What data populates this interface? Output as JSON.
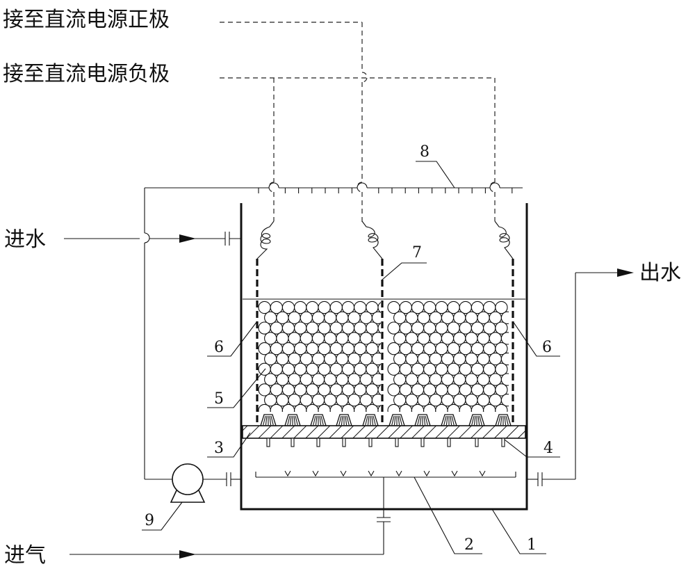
{
  "labels": {
    "dc_positive": "接至直流电源正极",
    "dc_negative": "接至直流电源负极",
    "water_inlet": "进水",
    "water_outlet": "出水",
    "air_inlet": "进气"
  },
  "callouts": {
    "n1": "1",
    "n2": "2",
    "n3": "3",
    "n4": "4",
    "n5": "5",
    "n6_left": "6",
    "n6_right": "6",
    "n7": "7",
    "n8": "8",
    "n9": "9"
  }
}
